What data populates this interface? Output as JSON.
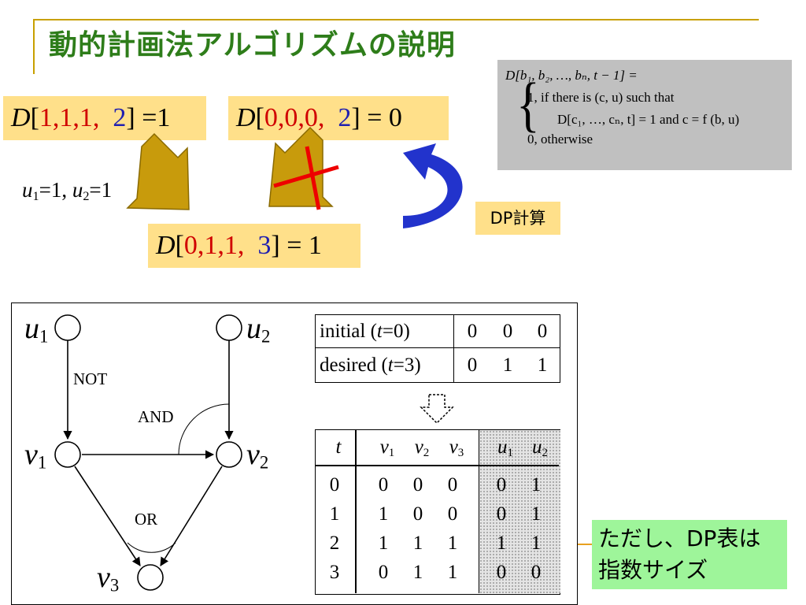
{
  "title": "動的計画法アルゴリズムの説明",
  "dp_boxes": {
    "left": {
      "D": "D",
      "open": "[",
      "vals": "1,1,1,",
      "t": "2",
      "close": "] =1"
    },
    "right": {
      "D": "D",
      "open": "[",
      "vals": "0,0,0,",
      "t": "2",
      "close": "] = 0"
    },
    "bottom": {
      "D": "D",
      "open": "[",
      "vals": "0,1,1,",
      "t": "3",
      "close": "] = 1"
    }
  },
  "input_label": {
    "u1": "u",
    "u1_sub": "1",
    "u1_val": "=1, ",
    "u2": "u",
    "u2_sub": "2",
    "u2_val": "=1"
  },
  "formula": {
    "head": "D[b₁, b₂, …, bₙ, t − 1] =",
    "case1_a": "1,  if  there is (c, u) such that",
    "case1_b": "D[c₁, …, cₙ, t] = 1 and c = f (b, u)",
    "case2": "0,  otherwise"
  },
  "dp_calc_label": "DP計算",
  "network": {
    "nodes": {
      "u1": {
        "name": "u",
        "sub": "1"
      },
      "u2": {
        "name": "u",
        "sub": "2"
      },
      "v1": {
        "name": "v",
        "sub": "1"
      },
      "v2": {
        "name": "v",
        "sub": "2"
      },
      "v3": {
        "name": "v",
        "sub": "3"
      }
    },
    "gate_labels": {
      "not": "NOT",
      "and": "AND",
      "or": "OR"
    }
  },
  "state_table": {
    "rows": [
      {
        "label_a": "initial (",
        "label_t": "t",
        "label_b": "=0)",
        "values": [
          "0",
          "0",
          "0"
        ]
      },
      {
        "label_a": "desired (",
        "label_t": "t",
        "label_b": "=3)",
        "values": [
          "0",
          "1",
          "1"
        ]
      }
    ]
  },
  "dp_table": {
    "headers": [
      {
        "name": "t",
        "sub": ""
      },
      {
        "name": "v",
        "sub": "1"
      },
      {
        "name": "v",
        "sub": "2"
      },
      {
        "name": "v",
        "sub": "3"
      },
      {
        "name": "u",
        "sub": "1"
      },
      {
        "name": "u",
        "sub": "2"
      }
    ],
    "rows": [
      [
        "0",
        "0",
        "0",
        "0",
        "0",
        "1"
      ],
      [
        "1",
        "1",
        "0",
        "0",
        "0",
        "1"
      ],
      [
        "2",
        "1",
        "1",
        "1",
        "1",
        "1"
      ],
      [
        "3",
        "0",
        "1",
        "1",
        "0",
        "0"
      ]
    ]
  },
  "note": {
    "line1": "ただし、DP表は",
    "line2": "指数サイズ"
  },
  "colors": {
    "title": "#2e7d1a",
    "dp_box": "#ffe08a",
    "state_red": "#d00000",
    "time_blue": "#2020b0",
    "arrow_gold": "#c89b0c",
    "arrow_blue": "#2233cc",
    "cross": "#ee0000",
    "formula_bg": "#c0c0c0",
    "note_bg": "#9ef59a"
  }
}
